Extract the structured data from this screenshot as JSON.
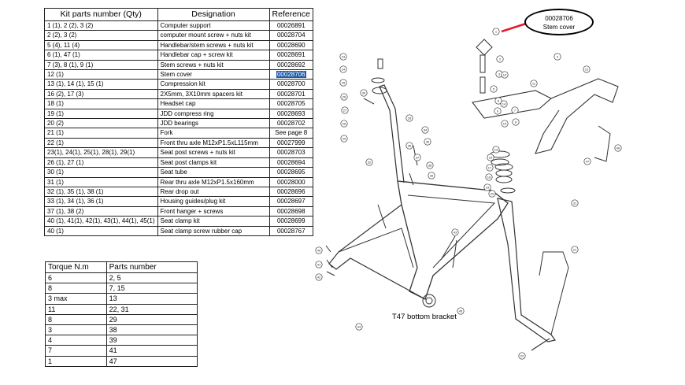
{
  "kit_table": {
    "headers": [
      "Kit parts number (Qty)",
      "Designation",
      "Reference"
    ],
    "rows": [
      [
        "1 (1), 2 (2), 3 (2)",
        "Computer support",
        "00026891"
      ],
      [
        "2 (2), 3 (2)",
        "computer mount screw + nuts kit",
        "00028704"
      ],
      [
        "5 (4), 11 (4)",
        "Handlebar/stem screws + nuts kit",
        "00028690"
      ],
      [
        "6 (1), 47 (1)",
        "Handlebar cap + screw kit",
        "00028691"
      ],
      [
        "7 (3), 8 (1), 9 (1)",
        "Stem screws + nuts kit",
        "00028692"
      ],
      [
        "12 (1)",
        "Stem cover",
        "00028706"
      ],
      [
        "13 (1), 14 (1), 15 (1)",
        "Compression kit",
        "00028700"
      ],
      [
        "16 (2), 17 (3)",
        "2X5mm, 3X10mm spacers kit",
        "00028701"
      ],
      [
        "18 (1)",
        "Headset cap",
        "00028705"
      ],
      [
        "19 (1)",
        "JDD compress ring",
        "00028693"
      ],
      [
        "20 (2)",
        "JDD bearings",
        "00028702"
      ],
      [
        "21 (1)",
        "Fork",
        "See page 8"
      ],
      [
        "22 (1)",
        "Front thru axle M12xP1.5xL115mm",
        "00027999"
      ],
      [
        "23(1), 24(1), 25(1), 28(1), 29(1)",
        "Seat post screws + nuts kit",
        "00028703"
      ],
      [
        "26 (1), 27 (1)",
        "Seat post clamps kit",
        "00028694"
      ],
      [
        "30 (1)",
        "Seat tube",
        "00028695"
      ],
      [
        "31 (1)",
        "Rear thru axle M12xP1.5x160mm",
        "00028000"
      ],
      [
        "32 (1), 35 (1), 38 (1)",
        "Rear drop out",
        "00028696"
      ],
      [
        "33 (1), 34 (1), 36 (1)",
        "Housing guides/plug kit",
        "00028697"
      ],
      [
        "37 (1), 38 (2)",
        "Front hanger + screws",
        "00028698"
      ],
      [
        "40 (1), 41(1), 42(1), 43(1), 44(1), 45(1)",
        "Seat clamp kit",
        "00028699"
      ],
      [
        "40 (1)",
        "Seat clamp screw rubber cap",
        "00028767"
      ]
    ]
  },
  "torque_table": {
    "headers": [
      "Torque N.m",
      "Parts number"
    ],
    "rows": [
      [
        "6",
        "2, 5"
      ],
      [
        "8",
        "7, 15"
      ],
      [
        "3 max",
        "13"
      ],
      [
        "11",
        "22, 31"
      ],
      [
        "8",
        "29"
      ],
      [
        "3",
        "38"
      ],
      [
        "4",
        "39"
      ],
      [
        "7",
        "41"
      ],
      [
        "1",
        "47"
      ]
    ]
  },
  "callout": {
    "line1": "00028706",
    "line2": "Stem cover",
    "color": "#e8192c"
  },
  "diagram": {
    "bottom_bracket_label": "T47 bottom bracket",
    "part_numbers": [
      "1",
      "2",
      "3",
      "4",
      "5",
      "6",
      "7",
      "8",
      "9",
      "10",
      "11",
      "12",
      "13",
      "14",
      "15",
      "16",
      "17",
      "18",
      "19",
      "20",
      "21",
      "22",
      "23",
      "24",
      "25",
      "26",
      "27",
      "28",
      "29",
      "30",
      "31",
      "32",
      "33",
      "34",
      "35",
      "36",
      "37",
      "38",
      "39",
      "40",
      "41",
      "42",
      "43",
      "44",
      "45",
      "46",
      "47"
    ]
  }
}
